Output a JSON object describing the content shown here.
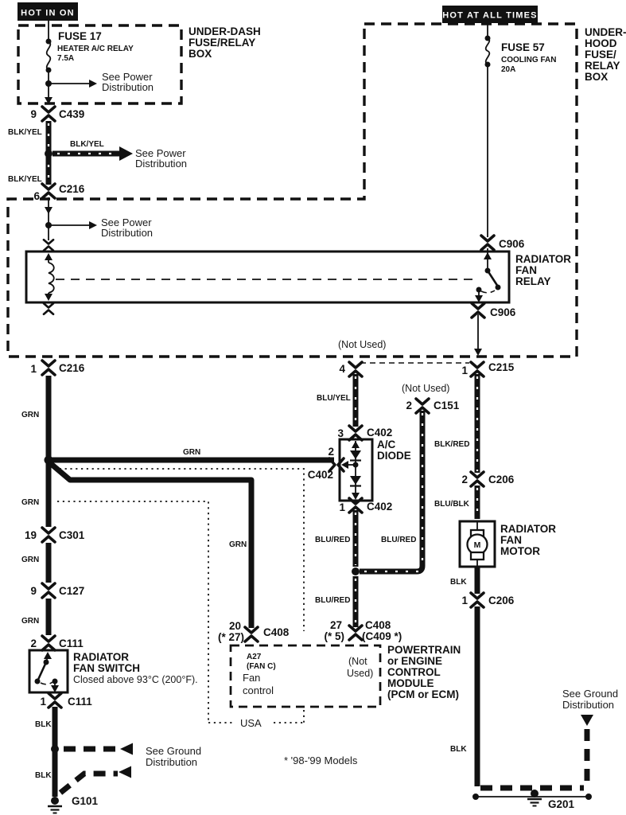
{
  "diagram": {
    "flags": {
      "hot_in_on": "HOT IN ON",
      "hot_at_all_times": "HOT AT ALL TIMES"
    },
    "under_dash": {
      "title": [
        "UNDER-DASH",
        "FUSE/RELAY",
        "BOX"
      ],
      "fuse_name": "FUSE 17",
      "fuse_desc": "HEATER A/C RELAY",
      "fuse_rating": "7.5A"
    },
    "under_hood": {
      "title": [
        "UNDER-",
        "HOOD",
        "FUSE/",
        "RELAY",
        "BOX"
      ],
      "fuse_name": "FUSE 57",
      "fuse_desc": "COOLING FAN",
      "fuse_rating": "20A"
    },
    "refs": {
      "see_power_1": "See Power",
      "see_power_2": "Distribution",
      "see_ground_1": "See Ground",
      "see_ground_2": "Distribution"
    },
    "relay": {
      "title": [
        "RADIATOR",
        "FAN",
        "RELAY"
      ]
    },
    "switch": {
      "title_1": "RADIATOR",
      "title_2": "FAN SWITCH",
      "subtitle": "Closed above 93°C (200°F)."
    },
    "motor": {
      "title": [
        "RADIATOR",
        "FAN",
        "MOTOR"
      ],
      "symbol": "M"
    },
    "diode": {
      "title_1": "A/C",
      "title_2": "DIODE"
    },
    "pcm": {
      "title": [
        "POWERTRAIN",
        "or ENGINE",
        "CONTROL",
        "MODULE",
        "(PCM or ECM)"
      ],
      "not_used_1": "(Not",
      "not_used_2": "Used)"
    },
    "fan_control": {
      "pin_label_1": "A27",
      "pin_label_2": "(FAN C)",
      "name_1": "Fan",
      "name_2": "control",
      "region": "USA"
    },
    "grounds": {
      "g101": "G101",
      "g201": "G201"
    },
    "notes": {
      "models": "* '98-'99 Models",
      "not_used": "(Not Used)"
    },
    "connectors": {
      "c439": {
        "pin": "9",
        "name": "C439"
      },
      "c216_top": {
        "pin": "6",
        "name": "C216"
      },
      "c216_mid": {
        "pin": "1",
        "name": "C216"
      },
      "c906_top": {
        "name": "C906"
      },
      "c906_bottom": {
        "name": "C906"
      },
      "c215": {
        "pin": "1",
        "name": "C215",
        "pin_not_used": "4"
      },
      "c151": {
        "pin": "2",
        "name": "C151"
      },
      "c402_top": {
        "pin": "3",
        "name": "C402"
      },
      "c402_left": {
        "pin": "2",
        "name": "C402"
      },
      "c402_bottom": {
        "pin": "1",
        "name": "C402"
      },
      "c206_top": {
        "pin": "2",
        "name": "C206"
      },
      "c206_bottom": {
        "pin": "1",
        "name": "C206"
      },
      "c301": {
        "pin": "19",
        "name": "C301"
      },
      "c127": {
        "pin": "9",
        "name": "C127"
      },
      "c111_top": {
        "pin": "2",
        "name": "C111"
      },
      "c111_bottom": {
        "pin": "1",
        "name": "C111"
      },
      "c408_pcm": {
        "pin": "27",
        "pin_alt": "(* 5)",
        "name": "C408",
        "name_alt": "(C409 *)"
      },
      "c408_fan": {
        "pin": "20",
        "pin_alt": "(* 27)",
        "name": "C408"
      }
    },
    "wire_colors": {
      "blk_yel_1": "BLK/YEL",
      "blk_yel_2": "BLK/YEL",
      "blk_yel_3": "BLK/YEL",
      "grn_1": "GRN",
      "grn_2": "GRN",
      "grn_3": "GRN",
      "grn_4": "GRN",
      "grn_5": "GRN",
      "grn_branch": "GRN",
      "blu_yel": "BLU/YEL",
      "blk_red": "BLK/RED",
      "blu_blk": "BLU/BLK",
      "blu_red_1": "BLU/RED",
      "blu_red_2": "BLU/RED",
      "blu_red_3": "BLU/RED",
      "blk_1": "BLK",
      "blk_2": "BLK",
      "blk_3": "BLK",
      "blk_4": "BLK"
    },
    "colors": {
      "ink": "#111111",
      "paper": "#ffffff"
    }
  }
}
